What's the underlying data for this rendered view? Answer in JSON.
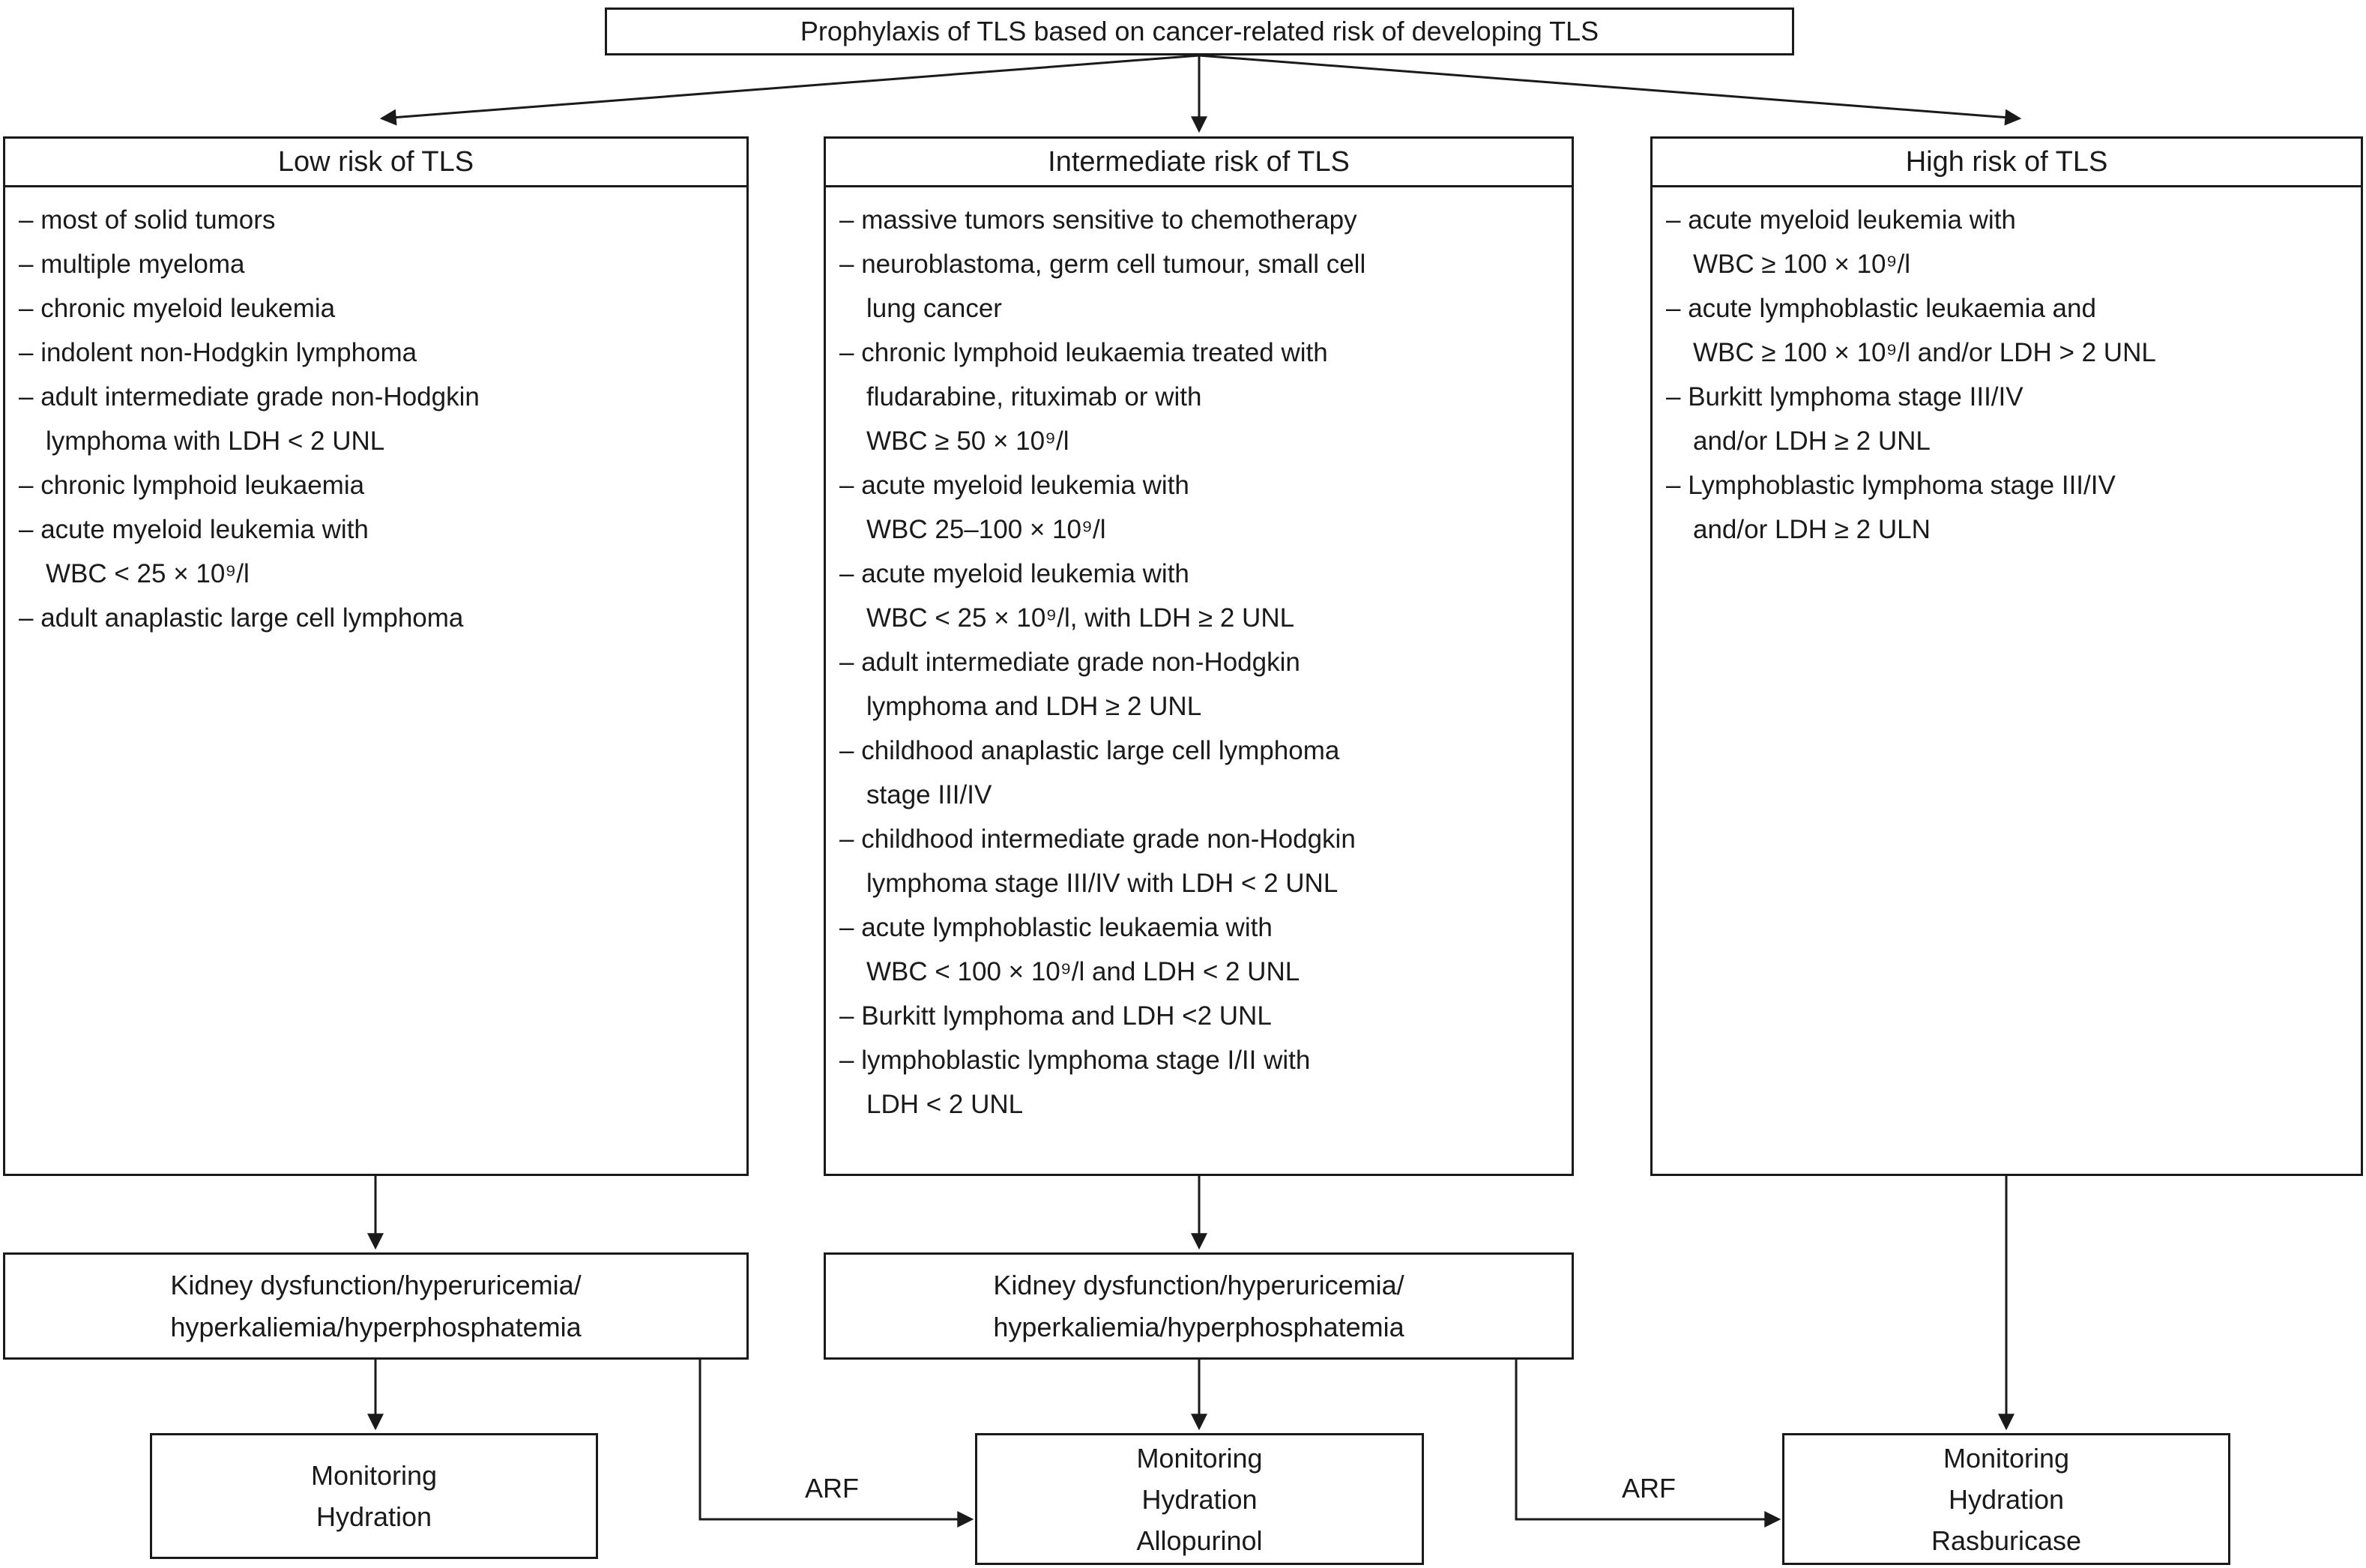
{
  "title": "Prophylaxis of TLS based on cancer-related risk of developing TLS",
  "columns": [
    {
      "header": "Low risk of TLS",
      "items": [
        "– most of solid tumors",
        "– multiple myeloma",
        "– chronic myeloid leukemia",
        "– indolent non-Hodgkin lymphoma",
        "– adult intermediate grade non-Hodgkin\nlymphoma with LDH < 2 UNL",
        "– chronic lymphoid leukaemia",
        "– acute myeloid leukemia with\nWBC < 25 × 10⁹/l",
        "– adult anaplastic large cell lymphoma"
      ]
    },
    {
      "header": "Intermediate risk of TLS",
      "items": [
        "– massive tumors sensitive to chemotherapy",
        "– neuroblastoma, germ cell tumour, small cell\nlung cancer",
        "– chronic lymphoid leukaemia treated with\nfludarabine, rituximab or with\nWBC ≥ 50 × 10⁹/l",
        "– acute myeloid leukemia with\nWBC 25–100 × 10⁹/l",
        "– acute myeloid leukemia with\nWBC < 25 × 10⁹/l, with LDH ≥ 2 UNL",
        "– adult intermediate grade non-Hodgkin\nlymphoma and LDH ≥ 2 UNL",
        "– childhood anaplastic large cell lymphoma\nstage III/IV",
        "– childhood intermediate grade non-Hodgkin\nlymphoma stage III/IV with LDH < 2 UNL",
        "– acute lymphoblastic leukaemia with\nWBC < 100 × 10⁹/l and LDH < 2 UNL",
        "– Burkitt lymphoma and LDH <2 UNL",
        "– lymphoblastic lymphoma stage I/II with\nLDH < 2 UNL"
      ]
    },
    {
      "header": "High risk of TLS",
      "items": [
        "– acute myeloid leukemia with\nWBC ≥ 100 × 10⁹/l",
        "– acute lymphoblastic leukaemia and\nWBC ≥ 100 × 10⁹/l and/or LDH > 2 UNL",
        "– Burkitt lymphoma stage III/IV\nand/or LDH ≥ 2 UNL",
        "– Lymphoblastic lymphoma stage III/IV\nand/or LDH ≥ 2 ULN"
      ]
    }
  ],
  "outcome_boxes": [
    "Kidney dysfunction/hyperuricemia/\nhyperkaliemia/hyperphosphatemia",
    "Kidney dysfunction/hyperuricemia/\nhyperkaliemia/hyperphosphatemia"
  ],
  "treatment_boxes": [
    "Monitoring\nHydration",
    "Monitoring\nHydration\nAllopurinol",
    "Monitoring\nHydration\nRasburicase"
  ],
  "arrow_labels": [
    "ARF",
    "ARF"
  ],
  "colors": {
    "line": "#1a1a1a",
    "background": "#ffffff"
  }
}
